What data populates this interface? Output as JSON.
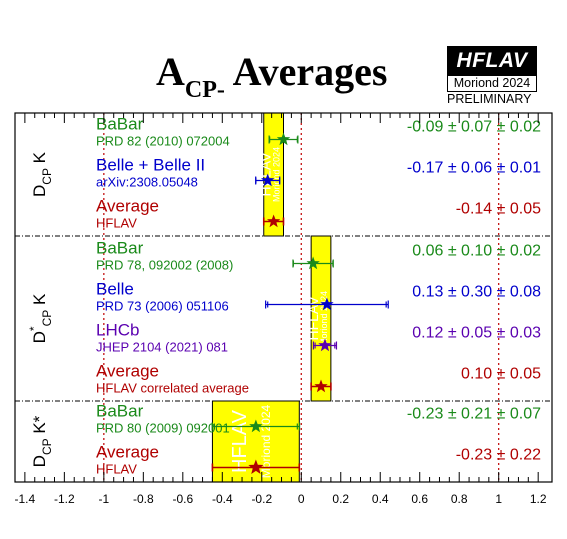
{
  "title": {
    "main": "A",
    "sub": "CP",
    "suffix": "-",
    "rest": " Averages"
  },
  "logo": {
    "brand": "HFLAV",
    "edition": "Moriond 2024",
    "status": "PRELIMINARY"
  },
  "chart_data": {
    "type": "forest",
    "xlim": [
      -1.45,
      1.27
    ],
    "xticks": [
      -1.4,
      -1.2,
      -1,
      -0.8,
      -0.6,
      -0.4,
      -0.2,
      0,
      0.2,
      0.4,
      0.6,
      0.8,
      1,
      1.2
    ],
    "xtick_labels": [
      "-1.4",
      "-1.2",
      "-1",
      "-0.8",
      "-0.6",
      "-0.4",
      "-0.2",
      "0",
      "0.2",
      "0.4",
      "0.6",
      "0.8",
      "1",
      "1.2"
    ],
    "reference_lines": [
      -1,
      0,
      1
    ],
    "band_label": "HFLAV",
    "band_sublabel": "Moriond 2024",
    "colors": {
      "babar": "#1a8a1a",
      "belle": "#0000cc",
      "lhcb": "#5a00b0",
      "average": "#b00000",
      "band": "#ffff00"
    },
    "groups": [
      {
        "label": "D",
        "label_sub": "CP",
        "label_sup": "",
        "label_tail": " K",
        "band": [
          -0.19,
          -0.09
        ],
        "entries": [
          {
            "name": "BaBar",
            "ref": "PRD 82 (2010) 072004",
            "color": "babar",
            "value": -0.09,
            "err_stat": 0.07,
            "err_syst": 0.02,
            "text": "-0.09 ± 0.07 ± 0.02"
          },
          {
            "name": "Belle + Belle II",
            "ref": "arXiv:2308.05048",
            "color": "belle",
            "value": -0.17,
            "err_stat": 0.06,
            "err_syst": 0.01,
            "text": "-0.17 ± 0.06 ± 0.01"
          },
          {
            "name": "Average",
            "ref": "HFLAV",
            "color": "average",
            "value": -0.14,
            "err": 0.05,
            "text": "-0.14 ± 0.05"
          }
        ]
      },
      {
        "label": "D",
        "label_sub": "CP",
        "label_sup": "*",
        "label_tail": " K",
        "band": [
          0.05,
          0.15
        ],
        "entries": [
          {
            "name": "BaBar",
            "ref": "PRD 78, 092002 (2008)",
            "color": "babar",
            "value": 0.06,
            "err_stat": 0.1,
            "err_syst": 0.02,
            "text": "0.06 ± 0.10 ± 0.02"
          },
          {
            "name": "Belle",
            "ref": "PRD 73 (2006) 051106",
            "color": "belle",
            "value": 0.13,
            "err_stat": 0.3,
            "err_syst": 0.08,
            "text": "0.13 ± 0.30 ± 0.08"
          },
          {
            "name": "LHCb",
            "ref": "JHEP 2104 (2021) 081",
            "color": "lhcb",
            "value": 0.12,
            "err_stat": 0.05,
            "err_syst": 0.03,
            "text": "0.12 ± 0.05 ± 0.03"
          },
          {
            "name": "Average",
            "ref": "HFLAV correlated average",
            "color": "average",
            "value": 0.1,
            "err": 0.05,
            "text": "0.10 ± 0.05"
          }
        ]
      },
      {
        "label": "D",
        "label_sub": "CP",
        "label_sup": "",
        "label_tail": " K*",
        "band": [
          -0.45,
          -0.01
        ],
        "entries": [
          {
            "name": "BaBar",
            "ref": "PRD 80 (2009) 092001",
            "color": "babar",
            "value": -0.23,
            "err_stat": 0.21,
            "err_syst": 0.07,
            "text": "-0.23 ± 0.21 ± 0.07"
          },
          {
            "name": "Average",
            "ref": "HFLAV",
            "color": "average",
            "value": -0.23,
            "err": 0.22,
            "text": "-0.23 ± 0.22"
          }
        ]
      }
    ]
  }
}
